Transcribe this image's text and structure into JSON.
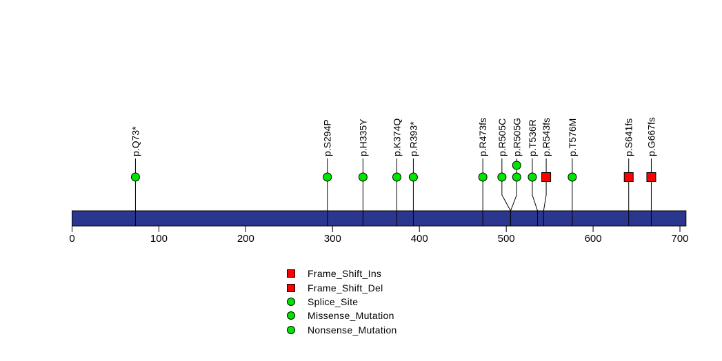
{
  "page": {
    "background": "#ffffff"
  },
  "chart_data": {
    "type": "lollipop",
    "title": "",
    "xlabel": "",
    "ylabel": "",
    "xlim": [
      0,
      707
    ],
    "axis_ticks": [
      0,
      100,
      200,
      300,
      400,
      500,
      600,
      700
    ],
    "grid": false,
    "legend_position": "bottom-center",
    "colors": {
      "domain_bar": "#2B368F",
      "mutation_green": "#00E500",
      "mutation_red": "#FF0000",
      "stem": "#000000",
      "text": "#000000"
    },
    "mutations": [
      {
        "label": "p.Q73*",
        "pos": 73,
        "label_pos": 73,
        "marker": "circle",
        "color": "green",
        "count": 1
      },
      {
        "label": "p.S294P",
        "pos": 294,
        "label_pos": 294,
        "marker": "circle",
        "color": "green",
        "count": 1
      },
      {
        "label": "p.H335Y",
        "pos": 335,
        "label_pos": 335,
        "marker": "circle",
        "color": "green",
        "count": 1
      },
      {
        "label": "p.K374Q",
        "pos": 374,
        "label_pos": 374,
        "marker": "circle",
        "color": "green",
        "count": 1
      },
      {
        "label": "p.R393*",
        "pos": 393,
        "label_pos": 393,
        "marker": "circle",
        "color": "green",
        "count": 1
      },
      {
        "label": "p.R473fs",
        "pos": 473,
        "label_pos": 473,
        "marker": "circle",
        "color": "green",
        "count": 1
      },
      {
        "label": "p.R505C",
        "pos": 505,
        "label_pos": 495,
        "marker": "circle",
        "color": "green",
        "count": 1
      },
      {
        "label": "p.R505G",
        "pos": 505,
        "label_pos": 512,
        "marker": "circle",
        "color": "green",
        "count": 2
      },
      {
        "label": "p.T536R",
        "pos": 536,
        "label_pos": 530,
        "marker": "circle",
        "color": "green",
        "count": 1
      },
      {
        "label": "p.R543fs",
        "pos": 543,
        "label_pos": 546,
        "marker": "square",
        "color": "red",
        "count": 1
      },
      {
        "label": "p.T576M",
        "pos": 576,
        "label_pos": 576,
        "marker": "circle",
        "color": "green",
        "count": 1
      },
      {
        "label": "p.S641fs",
        "pos": 641,
        "label_pos": 641,
        "marker": "square",
        "color": "red",
        "count": 1
      },
      {
        "label": "p.G667fs",
        "pos": 667,
        "label_pos": 667,
        "marker": "square",
        "color": "red",
        "count": 1
      }
    ],
    "legend": {
      "items": [
        {
          "label": "Frame_Shift_Ins",
          "marker": "square",
          "color": "red"
        },
        {
          "label": "Frame_Shift_Del",
          "marker": "square",
          "color": "red"
        },
        {
          "label": "Splice_Site",
          "marker": "circle",
          "color": "green"
        },
        {
          "label": "Missense_Mutation",
          "marker": "circle",
          "color": "green"
        },
        {
          "label": "Nonsense_Mutation",
          "marker": "circle",
          "color": "green"
        }
      ]
    }
  }
}
